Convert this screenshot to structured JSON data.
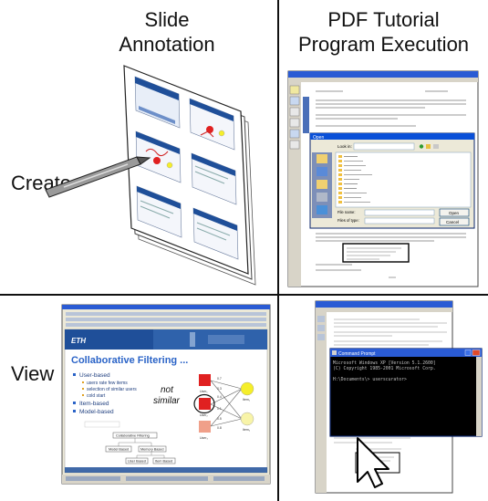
{
  "headers": {
    "left_line1": "Slide",
    "left_line2": "Annotation",
    "right_line1": "PDF Tutorial",
    "right_line2": "Program Execution"
  },
  "rows": {
    "create": "Create",
    "view": "View"
  },
  "slide_view": {
    "logo": "ETH",
    "title": "Collaborative Filtering ...",
    "bullets": [
      {
        "level": 1,
        "text": "User-based"
      },
      {
        "level": 2,
        "text": "users rate few items"
      },
      {
        "level": 2,
        "text": "selection of similar users"
      },
      {
        "level": 2,
        "text": "cold start"
      },
      {
        "level": 1,
        "text": "Item-based"
      },
      {
        "level": 1,
        "text": "Model-based"
      }
    ],
    "handwriting": [
      "not",
      "similar"
    ],
    "user_labels": [
      "User₁",
      "User₂",
      "User₃"
    ],
    "item_labels": [
      "Item₁",
      "Item₂"
    ],
    "edge_weights": [
      "0.7",
      "0.3",
      "0.4",
      "0.1",
      "0.5",
      "0.8"
    ],
    "tree_nodes": [
      "Collaborative Filtering",
      "Model Based",
      "Memory Based",
      "User Based",
      "Item Based"
    ]
  },
  "dialog": {
    "title": "Open",
    "look_in": "Look in:",
    "file_name_label": "File name:",
    "file_type_label": "Files of type:",
    "open_button": "Open",
    "cancel_button": "Cancel",
    "places": [
      "My Recent Documents",
      "Desktop",
      "My Documents",
      "My Computer",
      "My Network Places"
    ]
  },
  "console": {
    "title": "Command Prompt",
    "lines": [
      "Microsoft Windows XP [Version 5.1.2600]",
      "(C) Copyright 1985-2001 Microsoft Corp.",
      "",
      "H:\\Documents\\> userscurator>"
    ]
  },
  "colors": {
    "line": "#111111",
    "slide_blue": "#1f4f99",
    "title_blue": "#2a63c7",
    "node_red": "#e02020",
    "node_pink": "#f0a08a",
    "node_yellow": "#f5ee2a",
    "console_bg": "#000000",
    "titlebar_blue": "#2a5bd4"
  }
}
